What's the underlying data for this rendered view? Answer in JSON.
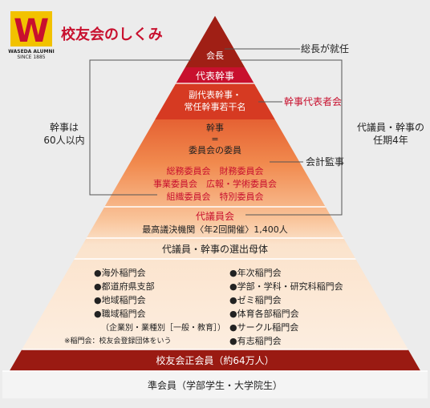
{
  "header": {
    "logo_letter": "W",
    "logo_line1": "WASEDA ALUMNI",
    "logo_line2": "SINCE 1885",
    "title": "校友会のしくみ"
  },
  "pyramid": {
    "kaicho": "会長",
    "daihyo_kanji": "代表幹事",
    "fuku_line1": "副代表幹事・",
    "fuku_line2": "常任幹事若干名",
    "kanji_line1": "幹事",
    "kanji_line2": "=",
    "kanji_line3": "委員会の委員",
    "committees": [
      "総務委員会　財務委員会",
      "事業委員会　広報・学術委員会",
      "組織委員会　特別委員会"
    ],
    "daigiin_title": "代議員会",
    "daigiin_desc": "最高議決機関〈年2回開催〉1,400人",
    "bogentai": "代議員・幹事の選出母体",
    "left_list": [
      "●海外稲門会",
      "●都道府県支部",
      "●地域稲門会",
      "●職域稲門会",
      "（企業別・業種別［一般・教育］）"
    ],
    "right_list": [
      "●年次稲門会",
      "●学部・学科・研究科稲門会",
      "●ゼミ稲門会",
      "●体育各部稲門会",
      "●サークル稲門会",
      "●有志稲門会"
    ],
    "note": "※稲門会：校友会登録団体をいう",
    "seikaiin": "校友会正会員（約64万人）",
    "junkaiin": "準会員（学部学生・大学院生）"
  },
  "annotations": {
    "socho": "総長が就任",
    "kanji_daihyo": "幹事代表者会",
    "left_line1": "幹事は",
    "left_line2": "60人以内",
    "right_line1": "代議員・幹事の",
    "right_line2": "任期4年",
    "kansa": "会計監事"
  },
  "colors": {
    "red": "#c8102e",
    "dark_red": "#9a1a12",
    "gold": "#f2c200",
    "peach": "#fbe3cc",
    "light": "#fdf1e6",
    "grey_band": "#f4f4f4"
  }
}
